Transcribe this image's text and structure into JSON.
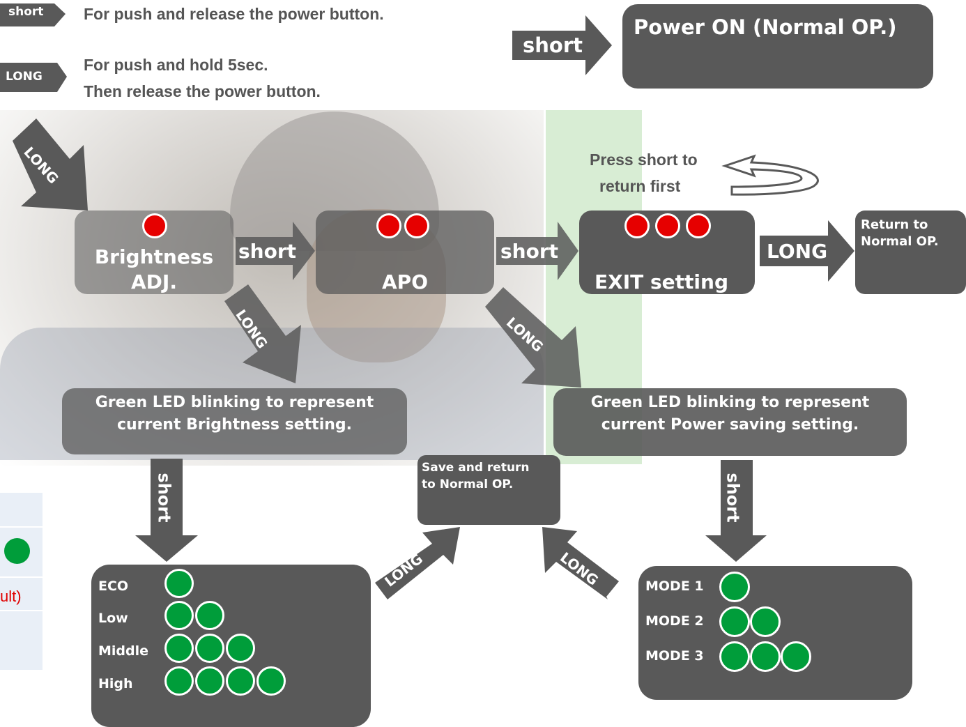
{
  "legend": {
    "short_tag": "short",
    "short_desc": "For push and release the power button.",
    "long_tag": "LONG",
    "long_desc_line1": "For push and hold 5sec.",
    "long_desc_line2": "Then release the power button."
  },
  "power_on": {
    "arrow_label": "short",
    "title": "Power ON  (Normal OP.)"
  },
  "brightness": {
    "line1": "Brightness",
    "line2": "ADJ.",
    "leds": 1
  },
  "apo": {
    "label": "APO",
    "leds": 2
  },
  "exit": {
    "label": "EXIT setting",
    "leds": 3
  },
  "return_box": {
    "line1": "Return to",
    "line2": "Normal OP."
  },
  "press_short_note": {
    "line1": "Press short to",
    "line2": "return  first"
  },
  "arrows": {
    "long_top_left": "LONG",
    "short_bri_apo": "short",
    "short_apo_exit": "short",
    "long_exit_return": "LONG",
    "long_bri_down": "LONG",
    "long_apo_down": "LONG",
    "short_left_down": "short",
    "short_right_down": "short",
    "long_left_up": "LONG",
    "long_right_up": "LONG"
  },
  "green_left": {
    "line1": "Green LED blinking to represent",
    "line2": "current Brightness setting."
  },
  "green_right": {
    "line1": "Green LED blinking to represent",
    "line2": "current Power saving setting."
  },
  "save_box": {
    "line1": "Save and return",
    "line2": "to Normal OP."
  },
  "brightness_levels": [
    {
      "name": "ECO",
      "leds": 1
    },
    {
      "name": "Low",
      "leds": 2
    },
    {
      "name": "Middle",
      "leds": 3
    },
    {
      "name": "High",
      "leds": 4
    }
  ],
  "modes": [
    {
      "name": "MODE 1",
      "leds": 1
    },
    {
      "name": "MODE 2",
      "leds": 2
    },
    {
      "name": "MODE 3",
      "leds": 3
    }
  ],
  "partial_table": {
    "cell_text": "ult)"
  },
  "colors": {
    "box": "#595959",
    "red_led": "#e60000",
    "green_led": "#009d3a",
    "note_text": "#555555"
  }
}
